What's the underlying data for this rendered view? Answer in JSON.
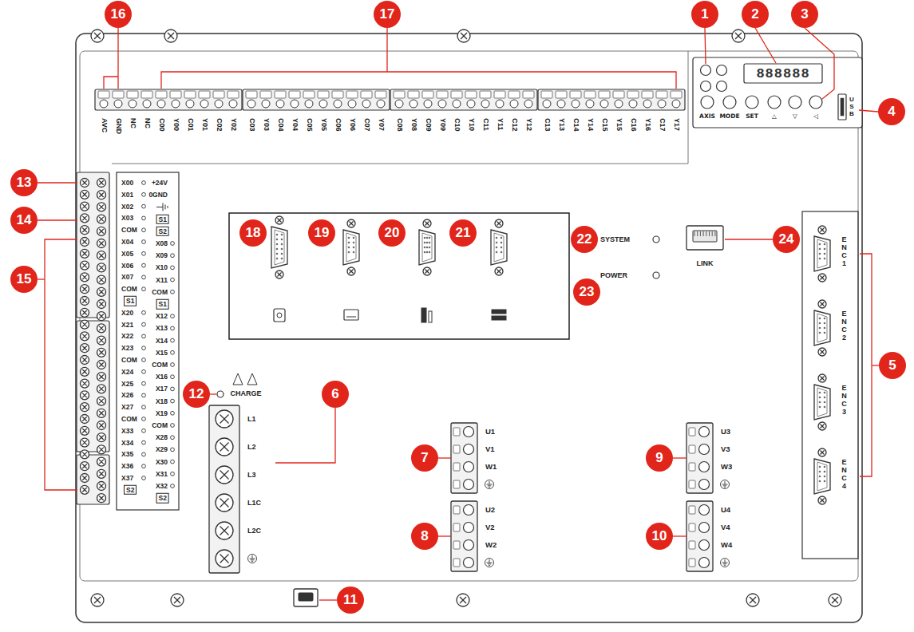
{
  "diagram": {
    "labels": [
      "1",
      "2",
      "3",
      "4",
      "5",
      "6",
      "7",
      "8",
      "9",
      "10",
      "11",
      "12",
      "13",
      "14",
      "15",
      "16",
      "17",
      "18",
      "19",
      "20",
      "21",
      "22",
      "23",
      "24",
      "AVC",
      "GND",
      "NC",
      "NC",
      "C00",
      "Y00",
      "C01",
      "Y01",
      "C02",
      "Y02",
      "C03",
      "Y03",
      "C04",
      "Y04",
      "C05",
      "Y05",
      "C06",
      "Y06",
      "C07",
      "Y07",
      "C08",
      "Y08",
      "C09",
      "Y09",
      "C10",
      "Y10",
      "C11",
      "Y11",
      "C12",
      "Y12",
      "C13",
      "Y13",
      "C14",
      "Y14",
      "C15",
      "Y15",
      "C16",
      "Y16",
      "C17",
      "Y17",
      "X00",
      "X01",
      "X02",
      "X03",
      "COM",
      "X04",
      "X05",
      "X06",
      "X07",
      "COM",
      "S1",
      "X20",
      "X21",
      "X22",
      "X23",
      "COM",
      "X24",
      "X25",
      "X26",
      "X27",
      "COM",
      "X33",
      "X34",
      "X35",
      "X36",
      "X37",
      "S2",
      "+24V",
      "0GND",
      "S1",
      "S2",
      "X08",
      "X09",
      "X10",
      "X11",
      "COM",
      "S1",
      "X12",
      "X13",
      "X14",
      "X15",
      "COM",
      "X16",
      "X17",
      "X18",
      "X19",
      "COM",
      "X28",
      "X29",
      "X30",
      "X31",
      "X32",
      "S2",
      "888888",
      "AXIS",
      "MODE",
      "SET",
      "△",
      "▽",
      "◁",
      "USB",
      "CHARGE",
      "L1",
      "L2",
      "L3",
      "L1C",
      "L2C",
      "U1",
      "V1",
      "W1",
      "U2",
      "V2",
      "W2",
      "U3",
      "V3",
      "W3",
      "U4",
      "V4",
      "W4",
      "SYSTEM",
      "POWER",
      "LINK",
      "ENC1",
      "ENC2",
      "ENC3",
      "ENC4"
    ]
  }
}
